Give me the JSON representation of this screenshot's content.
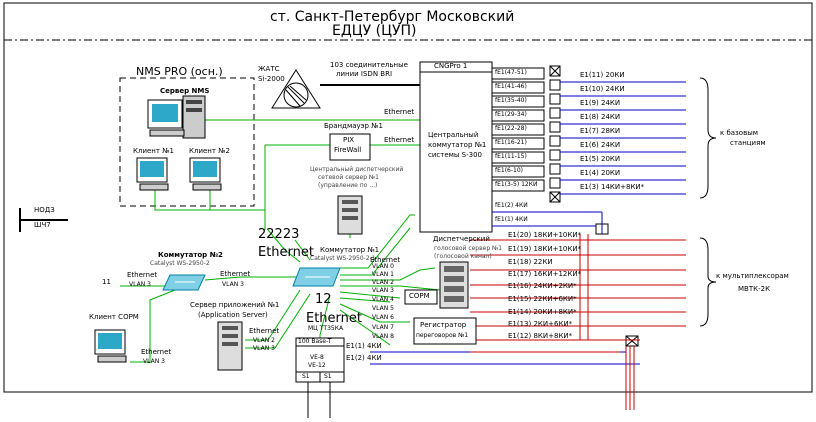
{
  "title": {
    "line1": "ст. Санкт-Петербург Московский",
    "line2": "ЕДЦУ (ЦУП)"
  },
  "nms_group": {
    "label": "NMS PRO (осн.)",
    "server": "Сервер NMS",
    "client1": "Клиент №1",
    "client2": "Клиент №2"
  },
  "atc": {
    "label1": "ЖАТС",
    "label2": "Si-2000"
  },
  "isdn": {
    "line1": "103 соединительные",
    "line2": "линии ISDN BRI"
  },
  "cngpro": {
    "title": "CNGPro 1",
    "center1": "Центральный",
    "center2": "коммутатор №1",
    "center3": "системы S-300"
  },
  "firewall": {
    "title": "Брандмауэр №1",
    "line1": "PIX",
    "line2": "FireWall"
  },
  "central_server": {
    "line1": "Центральный диспетчерский",
    "line2": "сетевой сервер №1",
    "line3": "(управление по ...)"
  },
  "ethernet": "Ethernet",
  "switch2": {
    "title": "Коммутатор №2",
    "model": "Catalyst WS-2950-2"
  },
  "switch1": {
    "title": "Коммутатор №1",
    "model": "Catalyst WS-2950-2-1"
  },
  "overlay_a": {
    "text1": "22223",
    "text2": "Ethernet"
  },
  "overlay_b": {
    "text1": "12",
    "text2": "Ethernet"
  },
  "vlan": {
    "v0": "VLAN 0",
    "v1": "VLAN 1",
    "v2": "VLAN 2",
    "v3": "VLAN 3",
    "v4": "VLAN 4",
    "v5": "VLAN 5",
    "v6": "VLAN 6",
    "v7": "VLAN 7",
    "v8": "VLAN 8"
  },
  "left_link": {
    "num": "11",
    "vlan": "VLAN 3"
  },
  "app_server": {
    "title": "Сервер приложений №1",
    "sub": "(Application Server)"
  },
  "client_sorm": "Клиент СОРМ",
  "sorm": "СОРМ",
  "registrar": {
    "line1": "Регистратор",
    "line2": "переговоров №1"
  },
  "mcu": {
    "label": "МЦ ТТ35КА"
  },
  "ve": {
    "top": "100 Base-T",
    "l1": "VE-8",
    "l2": "VE-12",
    "b1": "S1",
    "b2": "S1"
  },
  "nodz": {
    "line1": "НОДЗ",
    "line2": "ШЧ7"
  },
  "dispatch": {
    "line1": "Диспетчерский",
    "line2": "голосовой сервер №1",
    "line3": "(голосовой канал)"
  },
  "fe_ports": [
    "fE1(47-51)",
    "fE1(41-46)",
    "fE1(35-40)",
    "fE1(29-34)",
    "fE1(22-28)",
    "fE1(16-21)",
    "fE1(11-15)",
    "fE1(6-10)",
    "fE1(3-5) 12КИ",
    "fE1(2) 4КИ",
    "fE1(1) 4КИ"
  ],
  "blue_out": [
    "E1(11) 20КИ",
    "E1(10) 24КИ",
    "E1(9) 24КИ",
    "E1(8) 24КИ",
    "E1(7) 28КИ",
    "E1(6) 24КИ",
    "E1(5) 20КИ",
    "E1(4) 20КИ",
    "E1(3) 14КИ+8КИ*"
  ],
  "red_out": [
    "E1(20) 18КИ+10КИ*",
    "E1(19) 18КИ+10КИ*",
    "E1(18) 22КИ",
    "E1(17) 16КИ+12КИ*",
    "E1(16) 24КИ+2КИ*",
    "E1(15) 22КИ+6КИ*",
    "E1(14) 20КИ+8КИ*",
    "E1(13) 2КИ+6КИ*",
    "E1(12) 8КИ+8КИ*"
  ],
  "bottom_out": [
    "E1(1) 4КИ",
    "E1(2) 4КИ"
  ],
  "to_base": {
    "line1": "к базовым",
    "line2": "станциям"
  },
  "to_mux": {
    "line1": "к мультиплексорам",
    "line2": "МВТК-2К"
  },
  "colors": {
    "green": "#00b000",
    "blue": "#0000c8",
    "red": "#c80000",
    "cyan": "#00c8d8"
  }
}
